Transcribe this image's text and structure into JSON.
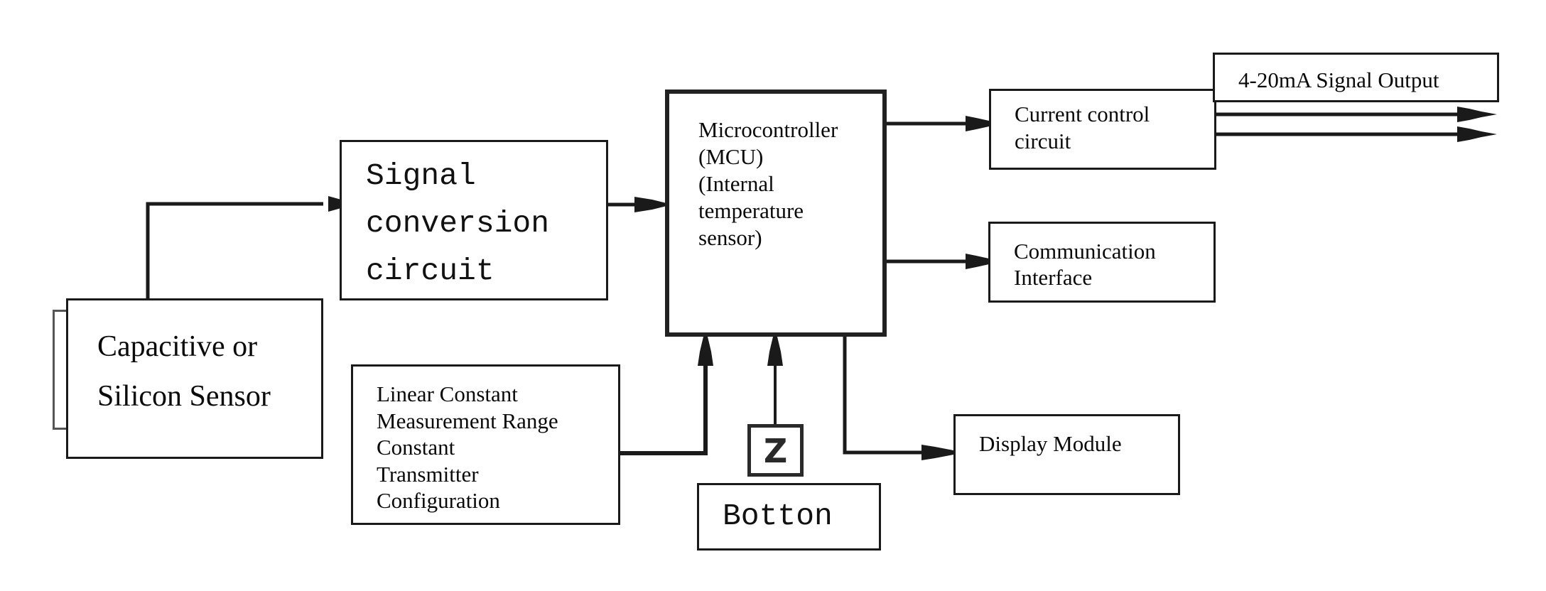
{
  "diagram": {
    "type": "block-diagram",
    "blocks": {
      "sensor": {
        "lines": [
          "Capacitive or",
          "Silicon Sensor"
        ]
      },
      "signal_conversion": {
        "lines": [
          "Signal",
          "conversion",
          "circuit"
        ]
      },
      "mcu": {
        "lines": [
          "Microcontroller",
          "(MCU)",
          "(Internal",
          "temperature",
          "sensor)"
        ]
      },
      "current_control": {
        "lines": [
          "Current control",
          "circuit"
        ]
      },
      "signal_output": {
        "lines": [
          "4-20mA Signal Output"
        ]
      },
      "communication": {
        "lines": [
          "Communication",
          "Interface"
        ]
      },
      "configuration": {
        "lines": [
          "Linear Constant",
          "Measurement Range",
          "Constant",
          "Transmitter",
          "Configuration"
        ]
      },
      "button_symbol": {
        "label": "Z"
      },
      "button": {
        "lines": [
          "Botton"
        ]
      },
      "display": {
        "lines": [
          "Display Module"
        ]
      }
    },
    "connections": [
      {
        "from": "Capacitive or Silicon Sensor",
        "to": "Signal conversion circuit"
      },
      {
        "from": "Signal conversion circuit",
        "to": "Microcontroller (MCU)"
      },
      {
        "from": "Microcontroller (MCU)",
        "to": "Current control circuit"
      },
      {
        "from": "Microcontroller (MCU)",
        "to": "Communication Interface"
      },
      {
        "from": "Current control circuit",
        "to": "4-20mA Signal Output",
        "count": 2
      },
      {
        "from": "Linear Constant Measurement Range Constant Transmitter Configuration",
        "to": "Microcontroller (MCU)"
      },
      {
        "from": "Botton",
        "to": "Microcontroller (MCU)"
      },
      {
        "from": "Microcontroller (MCU)",
        "to": "Display Module"
      }
    ],
    "colors": {
      "stroke": "#1a1a1a",
      "background": "#ffffff",
      "bracket": "#555555"
    }
  }
}
